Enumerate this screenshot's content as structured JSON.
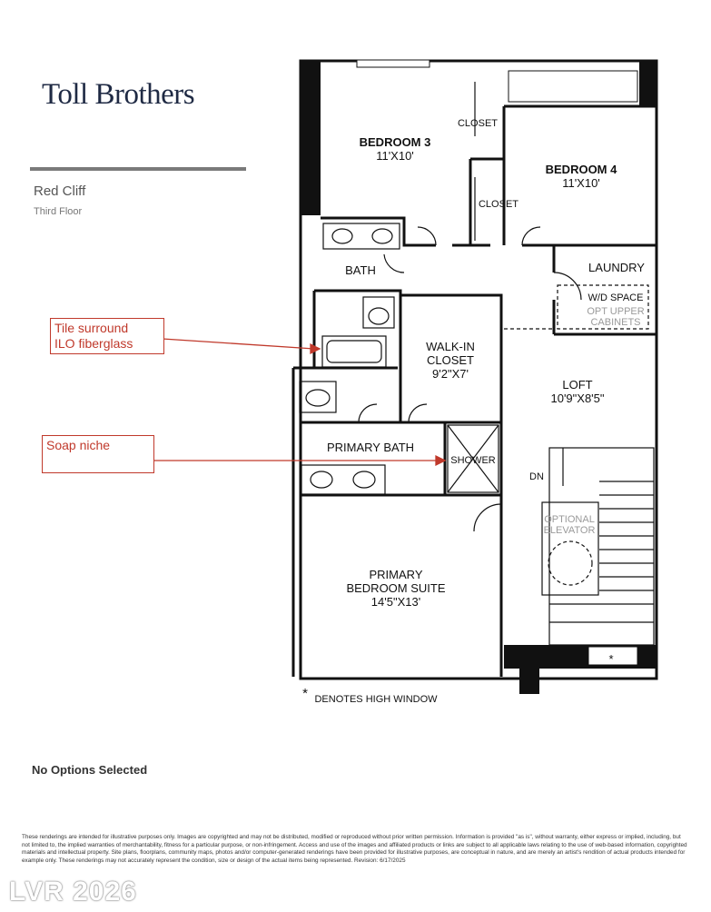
{
  "brand": {
    "logo_text": "Toll Brothers"
  },
  "plan": {
    "name": "Red Cliff",
    "floor": "Third Floor"
  },
  "rooms": {
    "bedroom3": {
      "name": "BEDROOM 3",
      "size": "11'X10'"
    },
    "bedroom4": {
      "name": "BEDROOM 4",
      "size": "11'X10'"
    },
    "closet_a": "CLOSET",
    "closet_b": "CLOSET",
    "bath": "BATH",
    "laundry": "LAUNDRY",
    "wd_space": "W/D SPACE",
    "opt_upper": "OPT UPPER",
    "cabinets": "CABINETS",
    "walkin": {
      "line1": "WALK-IN",
      "line2": "CLOSET",
      "size": "9'2\"X7'"
    },
    "loft": {
      "name": "LOFT",
      "size": "10'9\"X8'5\""
    },
    "primary_bath": "PRIMARY BATH",
    "shower": "SHOWER",
    "dn": "DN",
    "elevator": {
      "line1": "OPTIONAL",
      "line2": "ELEVATOR"
    },
    "primary_suite": {
      "line1": "PRIMARY",
      "line2": "BEDROOM SUITE",
      "size": "14'5\"X13'"
    }
  },
  "legend": {
    "star": "*",
    "high_window": "DENOTES HIGH WINDOW"
  },
  "annotations": {
    "tile": {
      "line1": "Tile surround",
      "line2": "ILO fiberglass"
    },
    "soap": "Soap niche"
  },
  "options_status": "No Options Selected",
  "disclaimer": "These renderings are intended for illustrative purposes only. Images are copyrighted and may not be distributed, modified or reproduced without prior written permission. Information is provided \"as is\", without warranty, either express or implied, including, but not limited to, the implied warranties of merchantability, fitness for a particular purpose, or non-infringement. Access and use of the images and affiliated products or links are subject to all applicable laws relating to the use of web-based information, copyrighted materials and intellectual property. Site plans, floorplans, community maps, photos and/or computer-generated renderings have been provided for illustrative purposes, are conceptual in nature, and are merely an artist's rendition of actual products intended for example only. These renderings may not accurately represent the condition, size or design of the actual items being represented. Revision: 6/17/2025",
  "watermark": "LVR 2026",
  "colors": {
    "wall": "#111111",
    "annotation": "#c0392b",
    "brand": "#1f2a44",
    "light": "#9a9a9a"
  }
}
